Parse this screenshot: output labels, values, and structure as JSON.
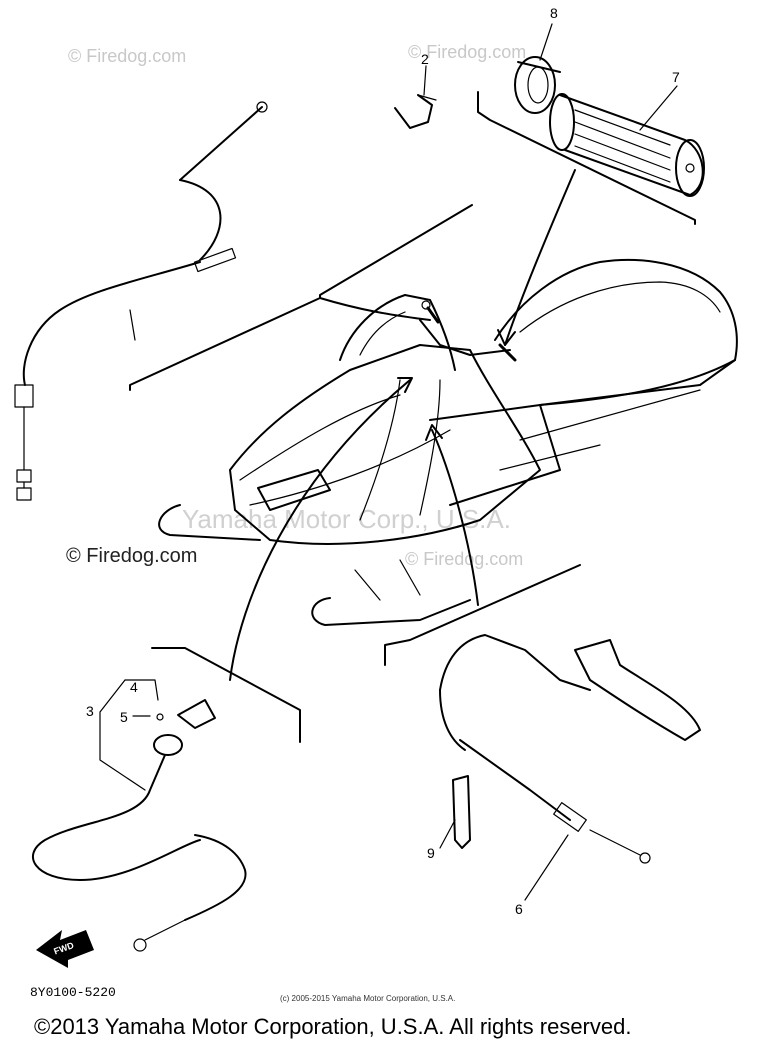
{
  "watermarks": {
    "firedog_top_left": "© Firedog.com",
    "firedog_top_mid": "© Firedog.com",
    "firedog_left": "© Firedog.com",
    "firedog_center": "© Firedog.com",
    "yamaha_center": "Yamaha Motor Corp., U.S.A."
  },
  "callouts": {
    "c2": "2",
    "c3": "3",
    "c4": "4",
    "c5": "5",
    "c6": "6",
    "c7": "7",
    "c8": "8",
    "c9": "9"
  },
  "forward_badge": "FWD",
  "diagram_code": "8Y0100-5220",
  "fine_copyright": "(c) 2005-2015 Yamaha Motor Corporation, U.S.A.",
  "footer_copyright": "©2013 Yamaha Motor Corporation, U.S.A. All rights reserved."
}
